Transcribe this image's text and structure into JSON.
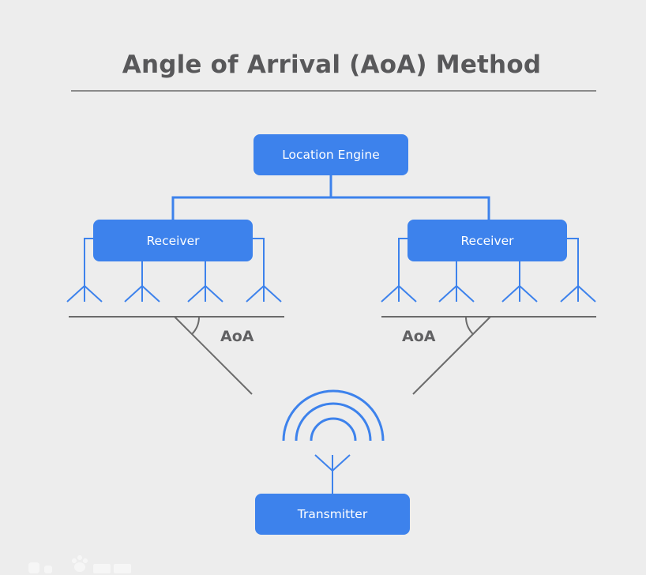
{
  "title": "Angle of Arrival (AoA) Method",
  "nodes": {
    "location_engine": "Location Engine",
    "receiver_left": "Receiver",
    "receiver_right": "Receiver",
    "transmitter": "Transmitter"
  },
  "labels": {
    "aoa_left": "AoA",
    "aoa_right": "AoA"
  },
  "colors": {
    "accent": "#3d82ec",
    "line_gray": "#6b6b6b",
    "background": "#ededed"
  },
  "icons": {
    "antenna": "antenna-icon",
    "signal": "signal-waves-icon"
  }
}
